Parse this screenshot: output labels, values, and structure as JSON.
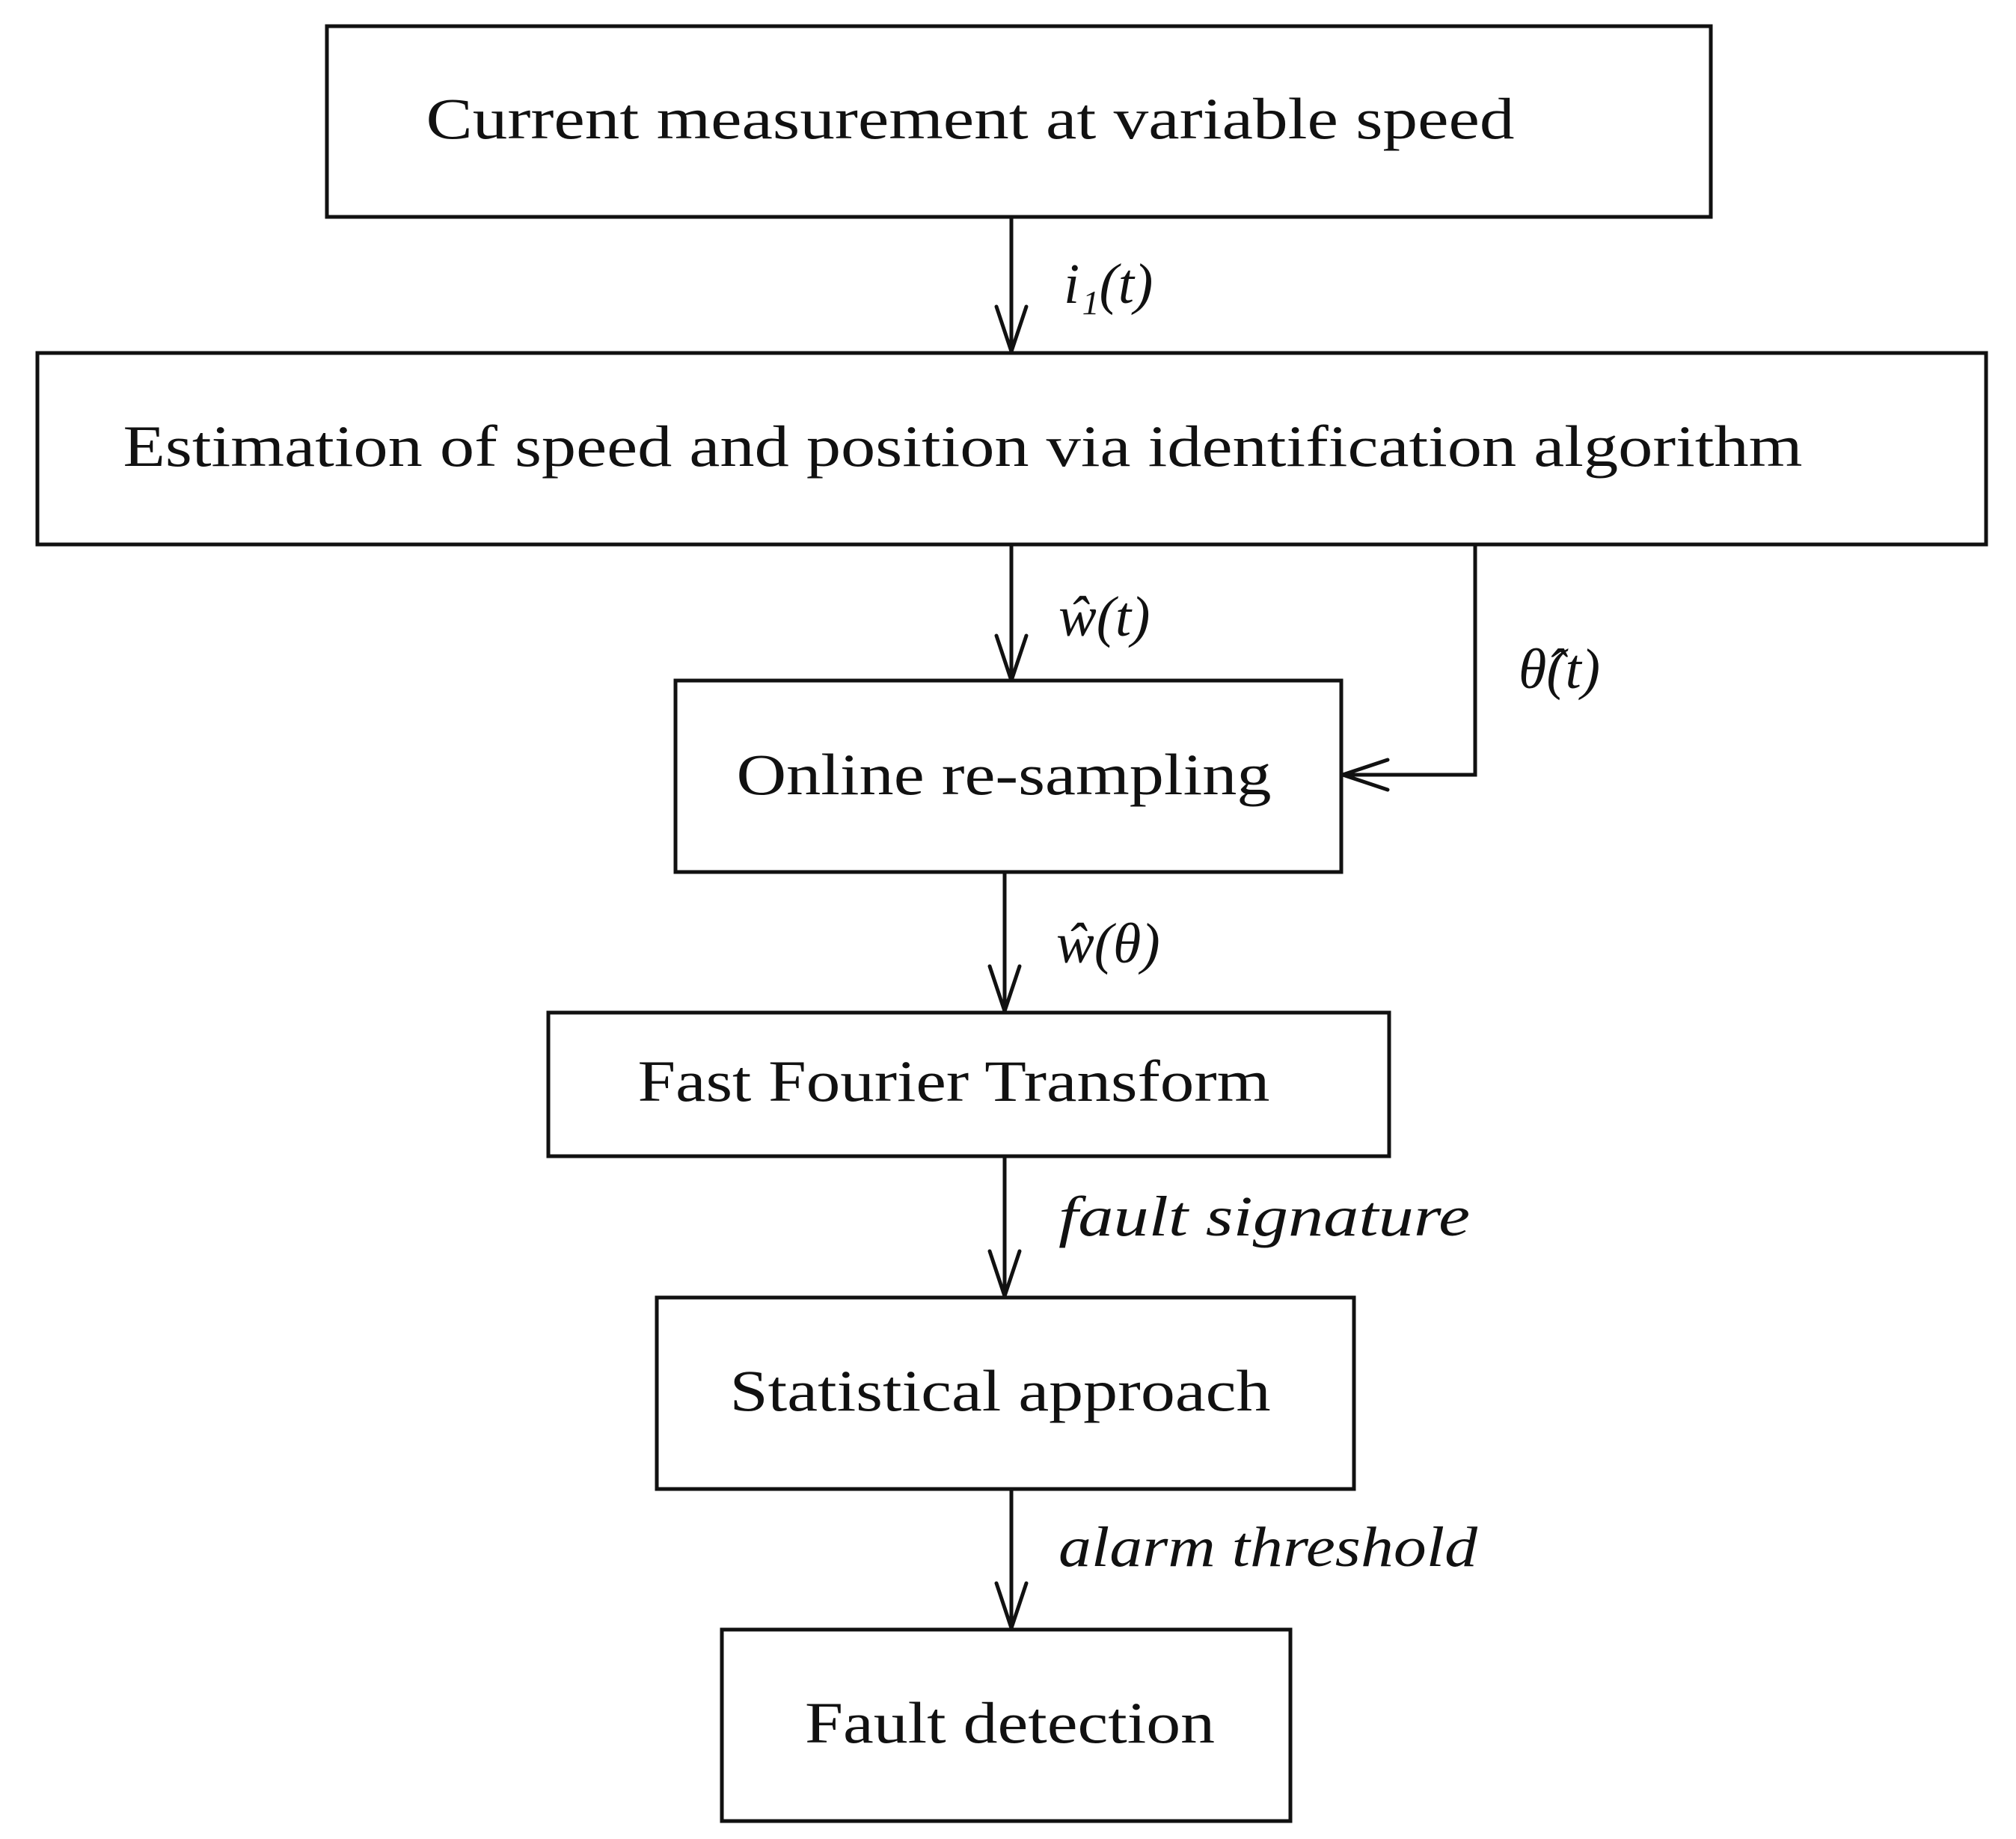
{
  "diagram": {
    "nodes": {
      "current_measurement": "Current measurement at variable speed",
      "estimation": "Estimation of speed and position via identification algorithm",
      "online_resampling": "Online re-sampling",
      "fft": "Fast Fourier Transform",
      "statistical_approach": "Statistical approach",
      "fault_detection": "Fault detection"
    },
    "edges": {
      "current_to_estimation": "i₁(t)",
      "estimation_to_resampling_speed": "ŵ(t)",
      "estimation_to_resampling_position": "θ̂(t)",
      "resampling_to_fft": "ŵ(θ)",
      "fft_to_statistical": "fault signature",
      "statistical_to_detection": "alarm threshold"
    }
  }
}
